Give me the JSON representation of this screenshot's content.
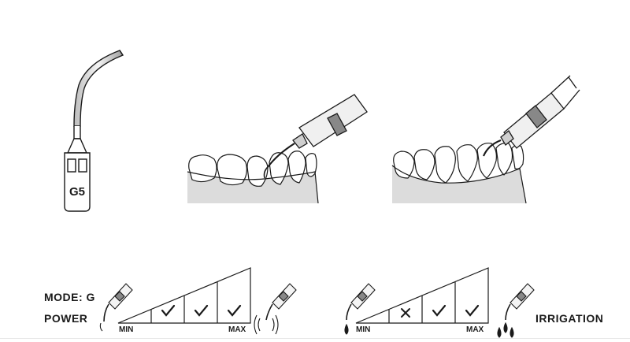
{
  "tip": {
    "code": "G5"
  },
  "mode": {
    "label": "MODE: G"
  },
  "power": {
    "label": "POWER",
    "min_label": "MIN",
    "max_label": "MAX",
    "cells": [
      "",
      "check",
      "check",
      "check"
    ]
  },
  "irrigation": {
    "label": "IRRIGATION",
    "min_label": "MIN",
    "max_label": "MAX",
    "cells": [
      "",
      "cross",
      "check",
      "check"
    ]
  },
  "colors": {
    "line": "#1a1a1a",
    "gums": "#dcdcdc",
    "tooth": "#ffffff",
    "rule": "#e8e8e8"
  }
}
